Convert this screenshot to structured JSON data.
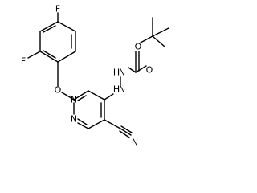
{
  "molecule": {
    "atoms": {
      "f_top": "F",
      "f_ortho": "F",
      "o_ether": "O",
      "n_ring_1": "N",
      "n_ring_3": "N",
      "nh_1": "H",
      "n_hydrazine_1": "N",
      "nh_2": "H",
      "n_hydrazine_2": "N",
      "o_ester": "O",
      "o_carbonyl": "O",
      "n_nitrile": "N"
    }
  }
}
